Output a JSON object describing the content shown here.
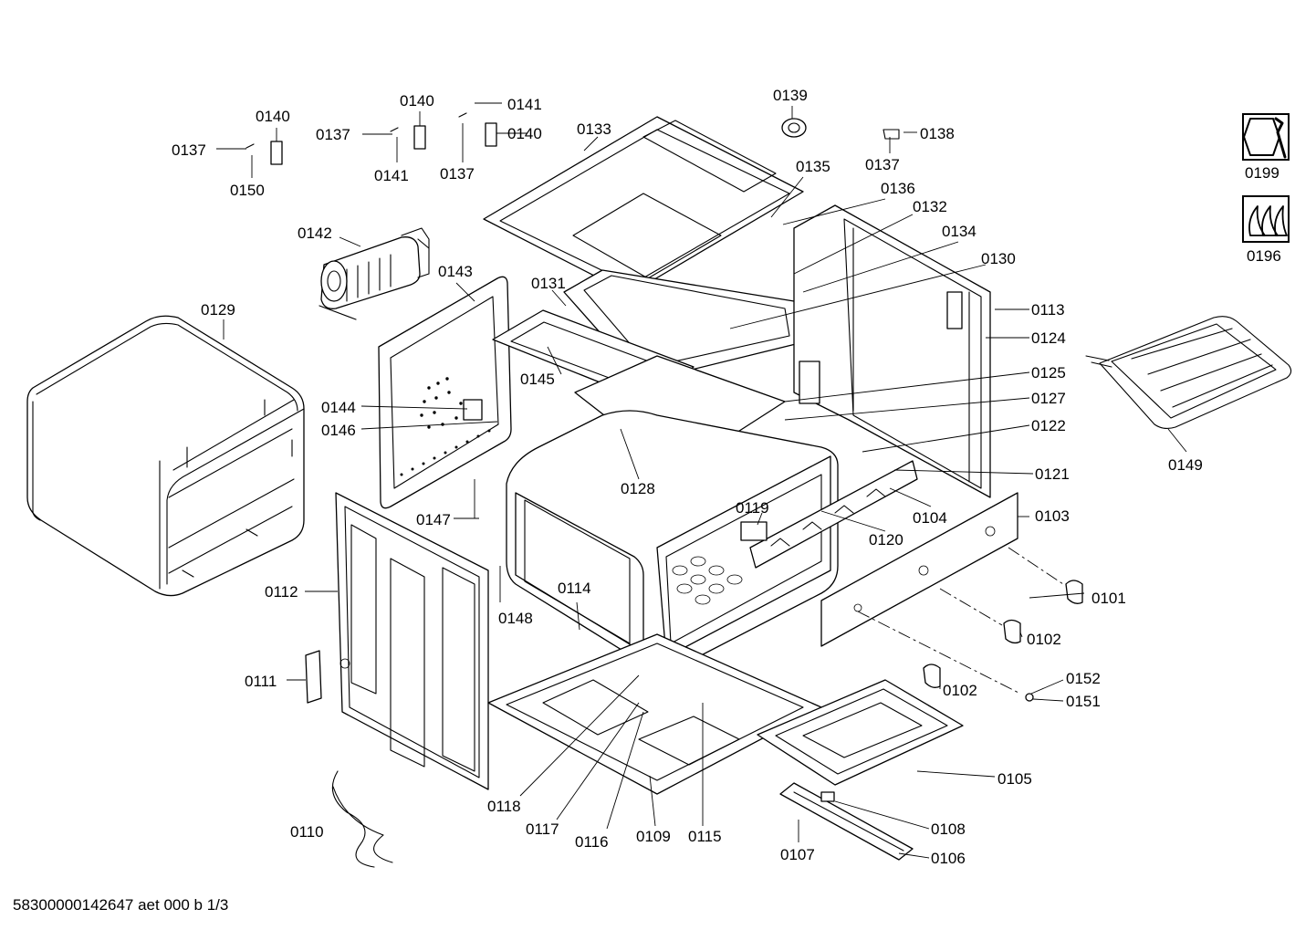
{
  "footer": {
    "document_code": "58300000142647 aet 000 b 1/3"
  },
  "parts": {
    "p0101": "0101",
    "p0102a": "0102",
    "p0102b": "0102",
    "p0103": "0103",
    "p0104": "0104",
    "p0105": "0105",
    "p0106": "0106",
    "p0107": "0107",
    "p0108": "0108",
    "p0109": "0109",
    "p0110": "0110",
    "p0111": "0111",
    "p0112": "0112",
    "p0113": "0113",
    "p0114": "0114",
    "p0115": "0115",
    "p0116": "0116",
    "p0117": "0117",
    "p0118": "0118",
    "p0119": "0119",
    "p0120": "0120",
    "p0121": "0121",
    "p0122": "0122",
    "p0124": "0124",
    "p0125": "0125",
    "p0127": "0127",
    "p0128": "0128",
    "p0129": "0129",
    "p0130": "0130",
    "p0131": "0131",
    "p0132": "0132",
    "p0133": "0133",
    "p0134": "0134",
    "p0135": "0135",
    "p0136": "0136",
    "p0137a": "0137",
    "p0137b": "0137",
    "p0137c": "0137",
    "p0137d": "0137",
    "p0138": "0138",
    "p0139": "0139",
    "p0140a": "0140",
    "p0140b": "0140",
    "p0140c": "0140",
    "p0141a": "0141",
    "p0141b": "0141",
    "p0142": "0142",
    "p0143": "0143",
    "p0144": "0144",
    "p0145": "0145",
    "p0146": "0146",
    "p0147": "0147",
    "p0148": "0148",
    "p0149": "0149",
    "p0150": "0150",
    "p0151": "0151",
    "p0152": "0152",
    "p0196": "0196",
    "p0199": "0199"
  },
  "icons": {
    "tools": "wrench-nut-icon",
    "gas": "gas-flame-icon"
  }
}
